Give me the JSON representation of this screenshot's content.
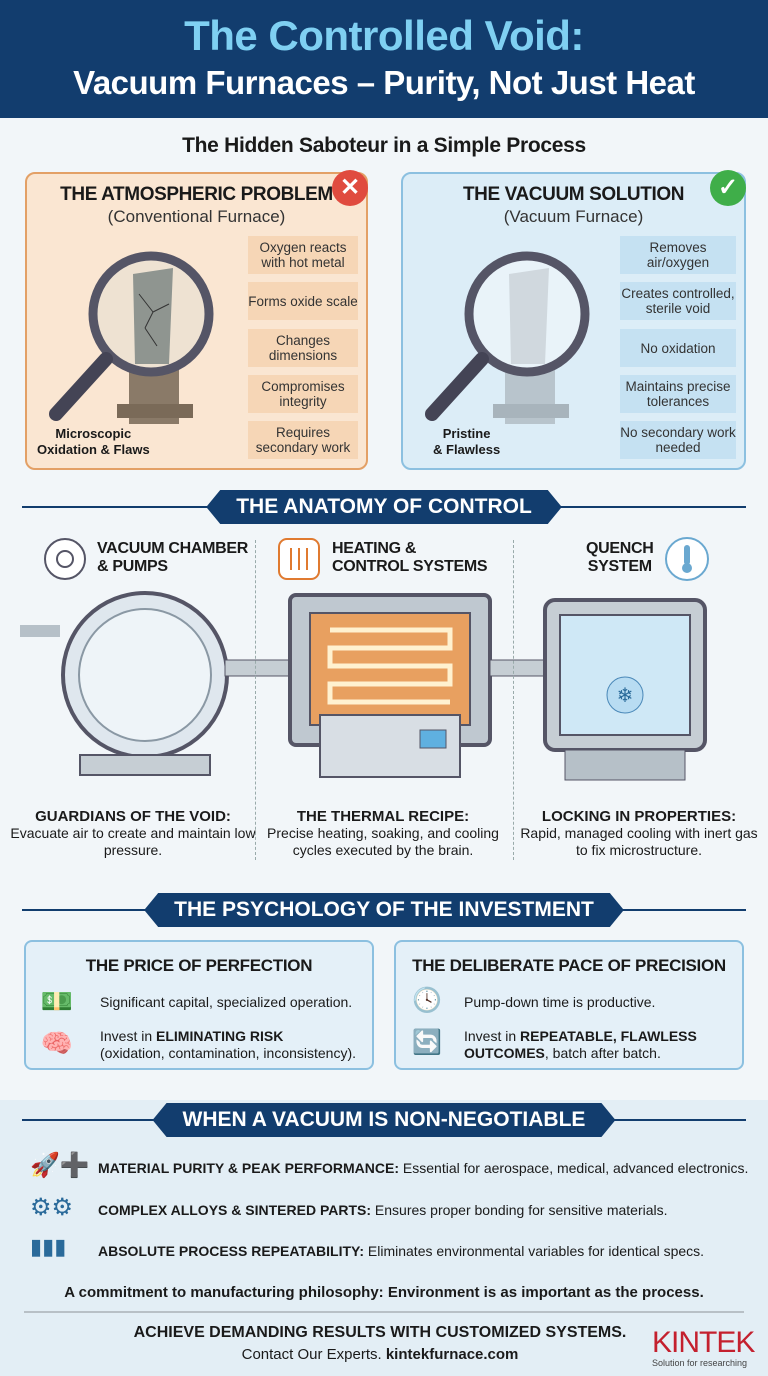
{
  "header": {
    "title_line1": "The Controlled Void:",
    "title_line2": "Vacuum Furnaces – Purity, Not Just Heat"
  },
  "subtitle": "The Hidden Saboteur in a Simple Process",
  "problem": {
    "title": "THE ATMOSPHERIC PROBLEM",
    "subtitle": "(Conventional Furnace)",
    "badge_icon": "x-icon",
    "badge_color": "#e04b3f",
    "bullets": [
      "Oxygen reacts with hot metal",
      "Forms oxide scale",
      "Changes dimensions",
      "Compromises integrity",
      "Requires secondary work"
    ],
    "caption_line1": "Microscopic",
    "caption_line2": "Oxidation & Flaws"
  },
  "solution": {
    "title": "THE VACUUM SOLUTION",
    "subtitle": "(Vacuum Furnace)",
    "badge_icon": "check-icon",
    "badge_color": "#3fae49",
    "bullets": [
      "Removes air/oxygen",
      "Creates controlled, sterile void",
      "No oxidation",
      "Maintains precise tolerances",
      "No secondary work needed"
    ],
    "caption_line1": "Pristine",
    "caption_line2": "& Flawless"
  },
  "anatomy": {
    "banner": "THE ANATOMY OF CONTROL",
    "columns": [
      {
        "label_line1": "VACUUM CHAMBER",
        "label_line2": "& PUMPS",
        "heading": "GUARDIANS OF THE VOID:",
        "text": "Evacuate air to create and maintain low pressure."
      },
      {
        "label_line1": "HEATING &",
        "label_line2": "CONTROL SYSTEMS",
        "heading": "THE THERMAL RECIPE:",
        "text": "Precise heating, soaking, and cooling cycles executed by the brain."
      },
      {
        "label_line1": "QUENCH",
        "label_line2": "SYSTEM",
        "heading": "LOCKING IN PROPERTIES:",
        "text": "Rapid, managed cooling with inert gas to fix microstructure."
      }
    ]
  },
  "psychology": {
    "banner": "THE PSYCHOLOGY OF THE INVESTMENT",
    "cards": [
      {
        "title": "THE PRICE OF PERFECTION",
        "row1": "Significant capital, specialized operation.",
        "row2_prefix": "Invest in ",
        "row2_bold": "ELIMINATING RISK",
        "row2_suffix": "(oxidation, contamination, inconsistency)."
      },
      {
        "title": "THE DELIBERATE PACE OF PRECISION",
        "row1": "Pump-down time is productive.",
        "row2_prefix": "Invest in ",
        "row2_bold": "REPEATABLE, FLAWLESS OUTCOMES",
        "row2_suffix": ", batch after batch."
      }
    ]
  },
  "nonnegotiable": {
    "banner": "WHEN A VACUUM IS NON-NEGOTIABLE",
    "items": [
      {
        "bold": "MATERIAL PURITY & PEAK PERFORMANCE:",
        "text": " Essential for aerospace, medical, advanced electronics."
      },
      {
        "bold": "COMPLEX ALLOYS & SINTERED PARTS:",
        "text": " Ensures proper bonding for sensitive materials."
      },
      {
        "bold": "ABSOLUTE PROCESS REPEATABILITY:",
        "text": " Eliminates environmental variables for identical specs."
      }
    ],
    "commitment": "A commitment to manufacturing philosophy: Environment is as important as the process."
  },
  "footer": {
    "cta": "ACHIEVE DEMANDING RESULTS WITH CUSTOMIZED SYSTEMS.",
    "contact_prefix": "Contact Our Experts. ",
    "contact_link": "kintekfurnace.com",
    "logo_text": "KINTEK",
    "logo_tagline": "Solution for researching"
  }
}
